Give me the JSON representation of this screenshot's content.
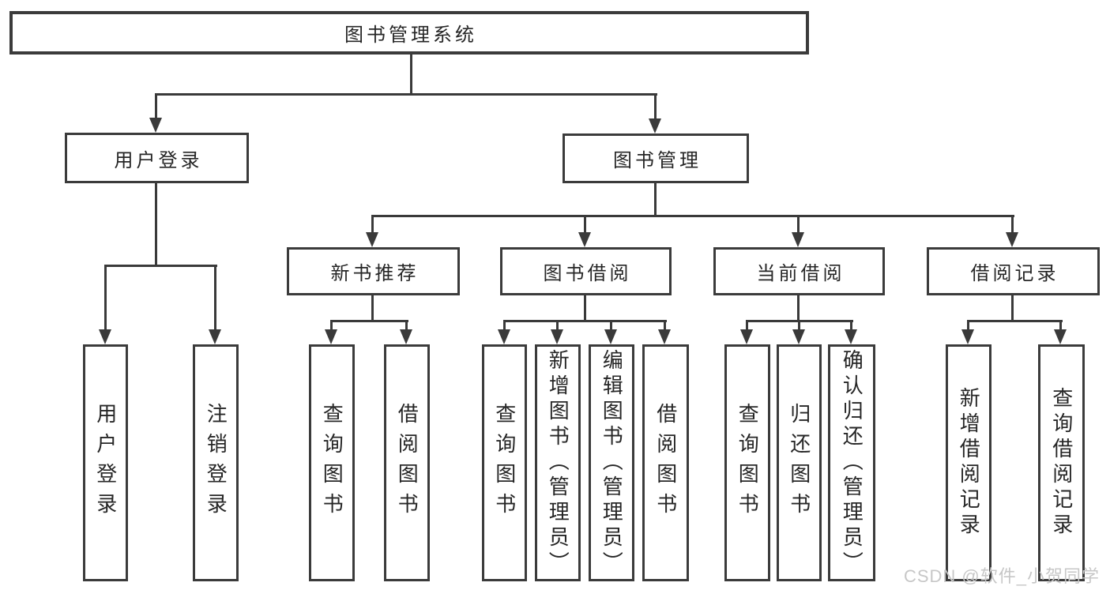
{
  "nodes": {
    "root": {
      "label": "图书管理系统"
    },
    "userLogin": {
      "label": "用户登录"
    },
    "bookMgmt": {
      "label": "图书管理"
    },
    "newBooks": {
      "label": "新书推荐"
    },
    "bookBorrow": {
      "label": "图书借阅"
    },
    "currentBorrow": {
      "label": "当前借阅"
    },
    "borrowRecords": {
      "label": "借阅记录"
    },
    "leaves": {
      "userLoginLeaf": {
        "label": "用户登录"
      },
      "logoutLeaf": {
        "label": "注销登录"
      },
      "nbQuery": {
        "label": "查询图书"
      },
      "nbBorrow": {
        "label": "借阅图书"
      },
      "bbQuery": {
        "label": "查询图书"
      },
      "bbAdd": {
        "label": "新增图书（管理员）"
      },
      "bbEdit": {
        "label": "编辑图书（管理员）"
      },
      "bbBorrow": {
        "label": "借阅图书"
      },
      "cbQuery": {
        "label": "查询图书"
      },
      "cbReturn": {
        "label": "归还图书"
      },
      "cbConfirm": {
        "label": "确认归还（管理员）"
      },
      "brAdd": {
        "label": "新增借阅记录"
      },
      "brQuery": {
        "label": "查询借阅记录"
      }
    }
  },
  "hierarchy": {
    "图书管理系统": {
      "用户登录": [
        "用户登录",
        "注销登录"
      ],
      "图书管理": {
        "新书推荐": [
          "查询图书",
          "借阅图书"
        ],
        "图书借阅": [
          "查询图书",
          "新增图书（管理员）",
          "编辑图书（管理员）",
          "借阅图书"
        ],
        "当前借阅": [
          "查询图书",
          "归还图书",
          "确认归还（管理员）"
        ],
        "借阅记录": [
          "新增借阅记录",
          "查询借阅记录"
        ]
      }
    }
  },
  "watermark": {
    "text": "CSDN @软件_小贺同学"
  },
  "colors": {
    "line": "#3a3a3a",
    "border": "#3b3b3b",
    "text": "#262626",
    "watermark": "#c7c7c7",
    "background": "#ffffff"
  }
}
